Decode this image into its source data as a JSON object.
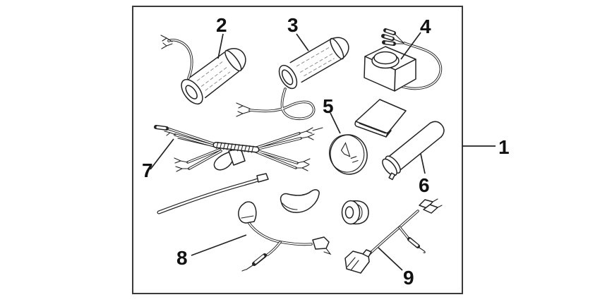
{
  "figure": {
    "type": "parts-diagram",
    "subject": "heated grip kit exploded parts view",
    "background_color": "#ffffff",
    "line_color": "#222222",
    "frame_color": "#3a3a3a"
  },
  "callouts": [
    {
      "id": 1,
      "label": "1"
    },
    {
      "id": 2,
      "label": "2"
    },
    {
      "id": 3,
      "label": "3"
    },
    {
      "id": 4,
      "label": "4"
    },
    {
      "id": 5,
      "label": "5"
    },
    {
      "id": 6,
      "label": "6"
    },
    {
      "id": 7,
      "label": "7"
    },
    {
      "id": 8,
      "label": "8"
    },
    {
      "id": 9,
      "label": "9"
    }
  ]
}
